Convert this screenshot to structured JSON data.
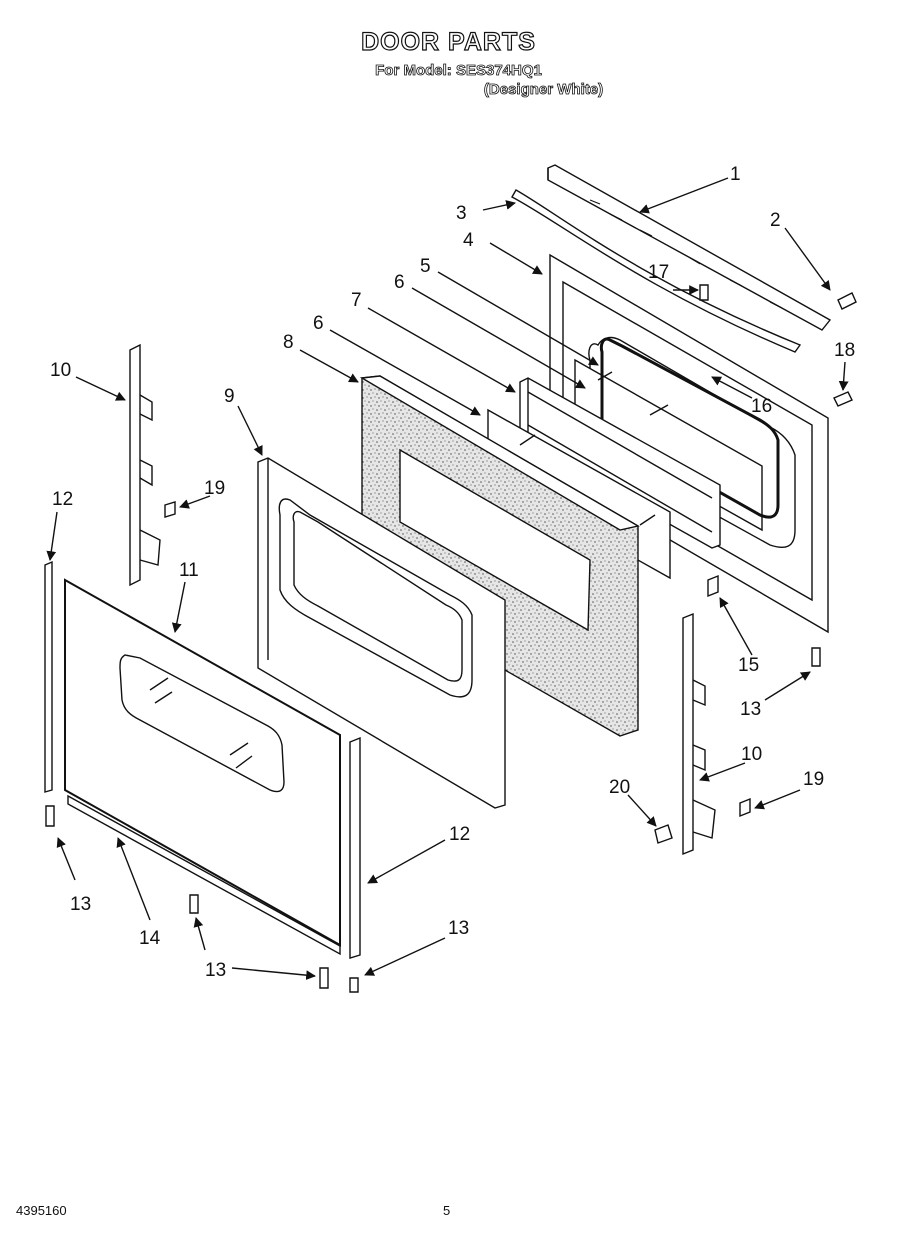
{
  "header": {
    "title": "DOOR PARTS",
    "model_line": "For Model: SES374HQ1",
    "color_line": "(Designer White)"
  },
  "footer": {
    "doc_number": "4395160",
    "page_number": "5"
  },
  "callouts": {
    "c1": "1",
    "c2": "2",
    "c3": "3",
    "c4": "4",
    "c5": "5",
    "c6a": "6",
    "c6b": "6",
    "c7": "7",
    "c8": "8",
    "c9": "9",
    "c10a": "10",
    "c10b": "10",
    "c11": "11",
    "c12a": "12",
    "c12b": "12",
    "c13a": "13",
    "c13b": "13",
    "c13c": "13",
    "c13d": "13",
    "c14": "14",
    "c15": "15",
    "c16": "16",
    "c17": "17",
    "c18": "18",
    "c19a": "19",
    "c19b": "19",
    "c20": "20"
  },
  "colors": {
    "ink": "#111111",
    "paper": "#ffffff",
    "insulation": "#d8d8d8"
  }
}
